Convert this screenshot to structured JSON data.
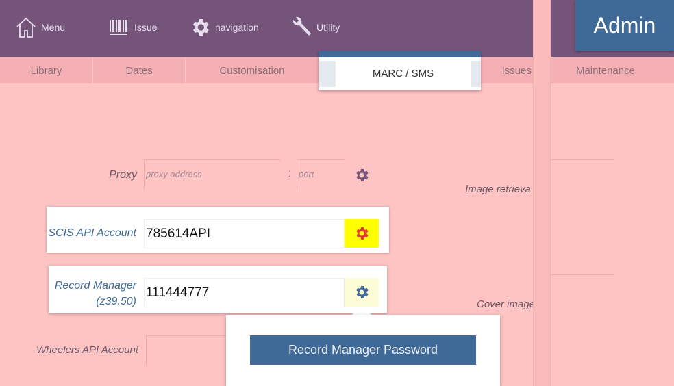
{
  "nav": {
    "items": [
      {
        "label": "Menu",
        "icon": "home-icon"
      },
      {
        "label": "Issue",
        "icon": "barcode-icon"
      },
      {
        "label": "navigation",
        "icon": "gear-icon"
      },
      {
        "label": "Utility",
        "icon": "wrench-icon"
      }
    ],
    "admin_label": "Admin"
  },
  "tabs": [
    "Library",
    "Dates",
    "Customisation",
    "MARC / SMS",
    "Issues",
    "Maintenance"
  ],
  "active_tab": "MARC / SMS",
  "proxy": {
    "label": "Proxy",
    "address_placeholder": "proxy address",
    "separator": ":",
    "port_placeholder": "port"
  },
  "scis": {
    "label": "SCIS API Account",
    "value": "785614API"
  },
  "record_manager": {
    "label_line1": "Record Manager",
    "label_line2": "(z39.50)",
    "value": "111444777"
  },
  "wheelers": {
    "label": "Wheelers API Account"
  },
  "right_panel": {
    "image_label": "Image retrieva",
    "cover_label": "Cover image"
  },
  "popup": {
    "button_label": "Record Manager Password"
  },
  "colors": {
    "topbar": "#745479",
    "admin": "#3f6996",
    "background": "#fec3c3",
    "highlight": "#ffff00",
    "gear_red": "#e53935",
    "gear_blue": "#3f6996",
    "gear_purple": "#745479"
  }
}
